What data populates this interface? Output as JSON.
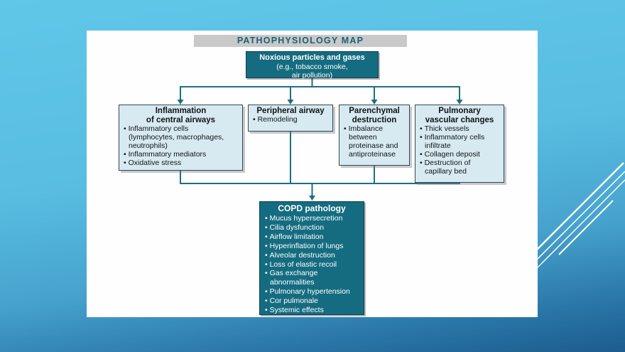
{
  "slide": {
    "title": "PATHOPHYSIOLOGY MAP",
    "colors": {
      "background_top": "#5ec5e7",
      "background_bottom": "#1d5c8e",
      "panel": "#fefefe",
      "title_bar_bg": "#c9c9c9",
      "title_text": "#1a6174",
      "dark_node_bg": "#156c80",
      "light_node_bg": "#d8eaf1",
      "connector": "#1e6e84",
      "accent_lines": "#ffffff"
    }
  },
  "diagram": {
    "root_box": {
      "title": "Noxious particles and gases",
      "subtitle": "(e.g., tobacco smoke,\nair pollution)"
    },
    "branch_boxes": [
      {
        "title": "Inflammation\nof central airways",
        "bullets": [
          "Inflammatory cells\n(lymphocytes, macrophages,\nneutrophils)",
          "Inflammatory mediators",
          "Oxidative stress"
        ]
      },
      {
        "title": "Peripheral airway",
        "bullets": [
          "Remodeling"
        ]
      },
      {
        "title": "Parenchymal\ndestruction",
        "bullets": [
          "Imbalance\nbetween\nproteinase and\nantiproteinase"
        ]
      },
      {
        "title": "Pulmonary\nvascular changes",
        "bullets": [
          "Thick vessels",
          "Inflammatory cells\ninfiltrate",
          "Collagen deposit",
          "Destruction of\ncapillary bed"
        ]
      }
    ],
    "result_box": {
      "title": "COPD pathology",
      "bullets": [
        "Mucus hypersecretion",
        "Cilia dysfunction",
        "Airflow limitation",
        "Hyperinflation of lungs",
        "Alveolar destruction",
        "Loss of elastic recoil",
        "Gas exchange\nabnormalities",
        "Pulmonary hypertension",
        "Cor pulmonale",
        "Systemic effects"
      ]
    }
  }
}
